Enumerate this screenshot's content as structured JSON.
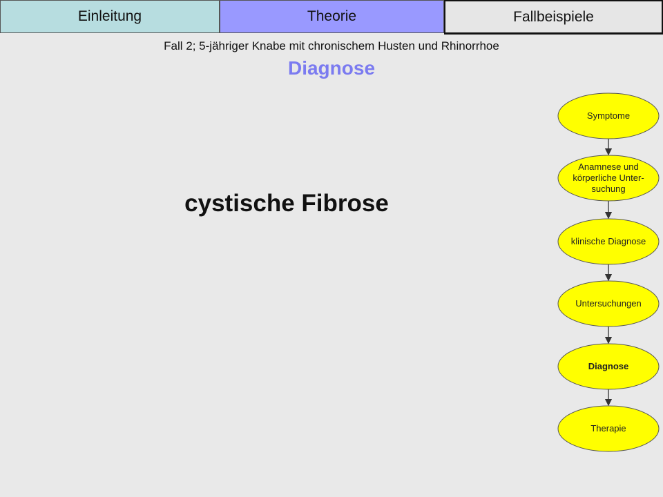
{
  "tabs": [
    {
      "label": "Einleitung",
      "color": "#b7dde0"
    },
    {
      "label": "Theorie",
      "color": "#9999ff"
    },
    {
      "label": "Fallbeispiele",
      "color": "#e6e6e6"
    }
  ],
  "subtitle": "Fall 2; 5-jähriger Knabe mit chronischem Husten und Rhinorrhoe",
  "heading": "Diagnose",
  "heading_color": "#7b7bf0",
  "main_text": "cystische Fibrose",
  "flow": {
    "node_color": "#ffff00",
    "nodes": [
      {
        "label": "Symptome",
        "bold": false
      },
      {
        "label": "Anamnese und körperliche Unter-suchung",
        "bold": false
      },
      {
        "label": "klinische Diagnose",
        "bold": false
      },
      {
        "label": "Untersuchungen",
        "bold": false
      },
      {
        "label": "Diagnose",
        "bold": true
      },
      {
        "label": "Therapie",
        "bold": false
      }
    ]
  }
}
